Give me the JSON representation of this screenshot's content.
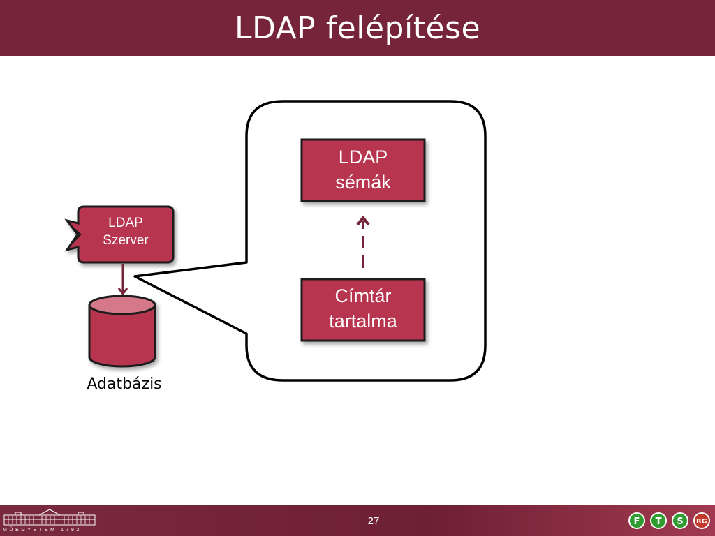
{
  "slide": {
    "title": "LDAP felépítése",
    "page_number": "27",
    "footer_logo_text": "MŰEGYETEM 1782"
  },
  "diagram": {
    "server": {
      "line1": "LDAP",
      "line2": "Szerver"
    },
    "database": {
      "label": "Adatbázis"
    },
    "schemas": {
      "line1": "LDAP",
      "line2": "sémák"
    },
    "directory": {
      "line1": "Címtár",
      "line2": "tartalma"
    },
    "footer_icons": [
      "F",
      "T",
      "S",
      "RG"
    ]
  },
  "colors": {
    "title_bar": "#76243a",
    "box_fill": "#b7364f",
    "box_border": "#1a1a1a",
    "arrow": "#76243a"
  }
}
